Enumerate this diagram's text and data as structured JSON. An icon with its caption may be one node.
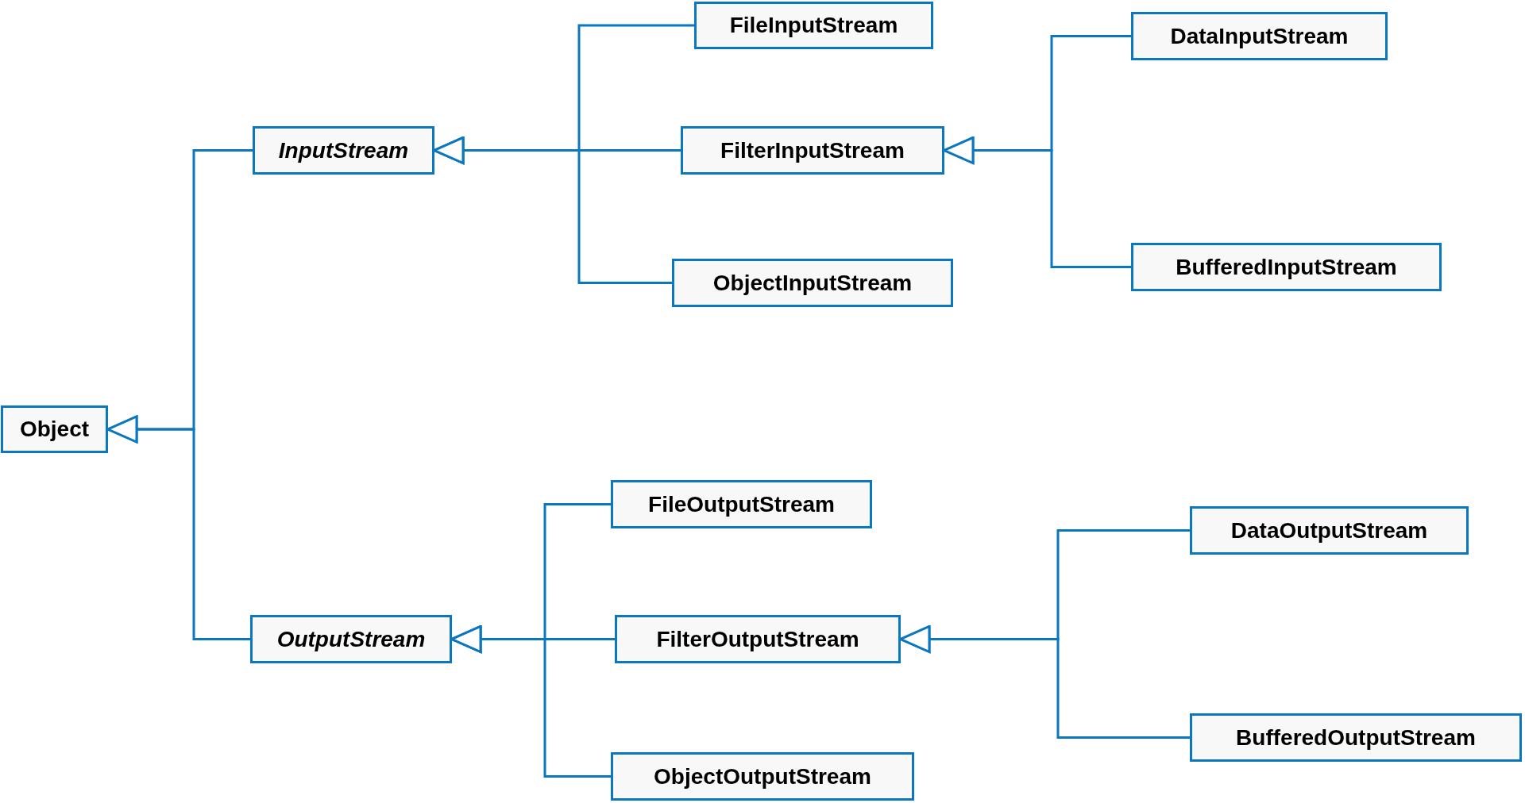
{
  "diagram": {
    "nodes": [
      {
        "text": [
          "Object"
        ]
      },
      {
        "text": [
          "InputStream"
        ]
      },
      {
        "text": [
          "OutputStream"
        ]
      },
      {
        "text": [
          "FileInputStream"
        ]
      },
      {
        "text": [
          "FilterInputStream"
        ]
      },
      {
        "text": [
          "ObjectInputStream"
        ]
      },
      {
        "text": [
          "DataInputStream"
        ]
      },
      {
        "text": [
          "BufferedInputStream"
        ]
      },
      {
        "text": [
          "FileOutputStream"
        ]
      },
      {
        "text": [
          "FilterOutputStream"
        ]
      },
      {
        "text": [
          "ObjectOutputStream"
        ]
      },
      {
        "text": [
          "DataOutputStream"
        ]
      },
      {
        "text": [
          "BufferedOutputStream"
        ]
      }
    ],
    "edges": [
      {
        "from": 1,
        "to": 0,
        "arrow": "to"
      },
      {
        "from": 2,
        "to": 0,
        "arrow": "to"
      },
      {
        "from": 3,
        "to": 1,
        "arrow": "to"
      },
      {
        "from": 4,
        "to": 1,
        "arrow": "to"
      },
      {
        "from": 5,
        "to": 1,
        "arrow": "to"
      },
      {
        "from": 6,
        "to": 4,
        "arrow": "to"
      },
      {
        "from": 7,
        "to": 4,
        "arrow": "to"
      },
      {
        "from": 8,
        "to": 2,
        "arrow": "to"
      },
      {
        "from": 9,
        "to": 2,
        "arrow": "to"
      },
      {
        "from": 10,
        "to": 2,
        "arrow": "to"
      },
      {
        "from": 11,
        "to": 9,
        "arrow": "to"
      },
      {
        "from": 12,
        "to": 9,
        "arrow": "to"
      }
    ]
  }
}
